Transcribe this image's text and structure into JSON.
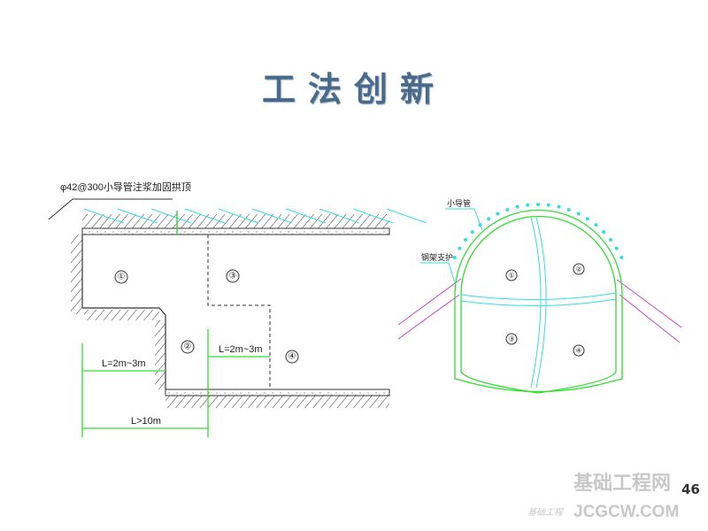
{
  "title": "工法创新",
  "left_diagram": {
    "pipe_label": "φ42@300小导管注浆加固拱顶",
    "sections": [
      "①",
      "②",
      "③",
      "④"
    ],
    "dim_step1": "L=2m~3m",
    "dim_step2": "L=2m~3m",
    "dim_total": "L>10m"
  },
  "right_diagram": {
    "pipe_label": "小导管",
    "support_label": "钢架支护",
    "sections": [
      "①",
      "②",
      "③",
      "④"
    ]
  },
  "page_number": "46",
  "watermark": {
    "cn": "基础工程网",
    "en": "JCGCW.COM",
    "small": "基础工程"
  },
  "colors": {
    "green": "#33dd33",
    "cyan": "#33dddd",
    "magenta": "#cc44cc",
    "title": "#4a6a8c"
  }
}
